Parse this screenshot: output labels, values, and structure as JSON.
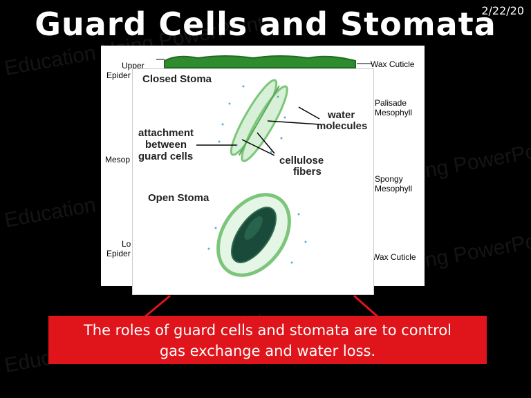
{
  "slide": {
    "title": "Guard Cells and Stomata",
    "date": "2/22/20",
    "caption_line1": "The roles of guard cells and stomata are to control",
    "caption_line2": "gas exchange and water loss.",
    "watermark": "Education Using PowerPoint"
  },
  "leaf_labels": {
    "upper": "Upper",
    "epider_top": "Epider",
    "mesop": "Mesop",
    "lo": "Lo",
    "epider_bottom": "Epider",
    "wax_top": "Wax Cuticle",
    "palisade": "Palisade",
    "mesophyll_1": "Mesophyll",
    "spongy": "Spongy",
    "mesophyll_2": "Mesophyll",
    "wax_bottom": "Wax Cuticle"
  },
  "stoma_labels": {
    "closed": "Closed Stoma",
    "open": "Open Stoma",
    "water_1": "water",
    "water_2": "molecules",
    "attach_1": "attachment",
    "attach_2": "between",
    "attach_3": "guard cells",
    "cell_1": "cellulose",
    "cell_2": "fibers"
  },
  "colors": {
    "caption_bg": "#e0141b",
    "cuticle": "#2e8b2e",
    "guard_cell": "#7bc67b"
  }
}
